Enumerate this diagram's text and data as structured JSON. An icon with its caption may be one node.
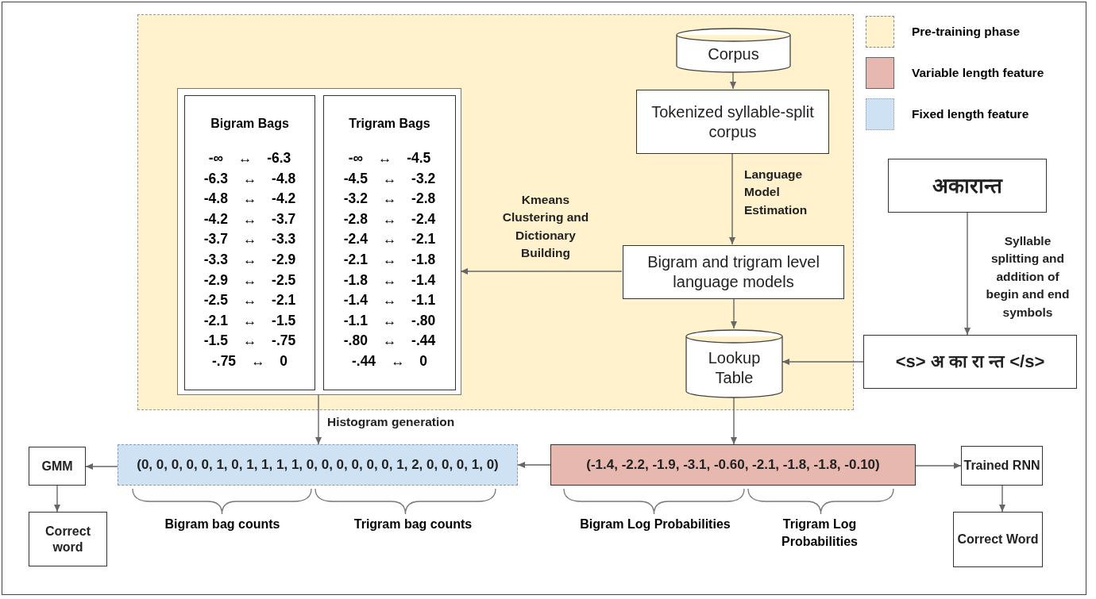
{
  "diagram": {
    "nodes": [
      {
        "text": [],
        "shape": "box"
      },
      {
        "text": [],
        "shape": "box",
        "in": 0
      },
      {
        "text": [
          "Bigram Bags",
          "-∞ ↔ -6.3",
          "-6.3 ↔ -4.8",
          "-4.8 ↔ -4.2",
          "-4.2 ↔ -3.7",
          "-3.7 ↔ -3.3",
          "-3.3 ↔ -2.9",
          "-2.9 ↔ -2.5",
          "-2.5 ↔ -2.1",
          "-2.1 ↔ -1.5",
          "-1.5 ↔ -.75",
          "-.75 ↔ 0"
        ],
        "in": 1
      },
      {
        "text": [
          "Trigram Bags",
          "-∞ ↔ -4.5",
          "-4.5 ↔ -3.2",
          "-3.2 ↔ -2.8",
          "-2.8 ↔ -2.4",
          "-2.4 ↔ -2.1",
          "-2.1 ↔ -1.8",
          "-1.8 ↔ -1.4",
          "-1.4 ↔ -1.1",
          "-1.1 ↔ -.80",
          "-.80 ↔ -.44",
          "-.44 ↔ 0"
        ],
        "in": 1
      },
      {
        "text": [
          "Corpus"
        ],
        "in": 0
      },
      {
        "text": [
          "Tokenized syllable-split corpus"
        ],
        "in": 0
      },
      {
        "text": [
          "Bigram and trigram level language models"
        ],
        "in": 0
      },
      {
        "text": [
          "Lookup Table"
        ],
        "in": 0
      },
      {
        "text": [
          "अकारान्त"
        ]
      },
      {
        "text": [
          "<s> अ का रा न्त </s>"
        ]
      },
      {
        "text": [
          "(0, 0, 0, 0, 0, 1, 0, 1, 1, 1, 1, 0, 0, 0, 0, 0, 0, 1, 2, 0, 0, 0, 1, 0)"
        ]
      },
      {
        "text": [
          "(-1.4, -2.2, -1.9, -3.1, -0.60, -2.1, -1.8, -1.8, -0.10)"
        ]
      },
      {
        "text": [
          "GMM"
        ]
      },
      {
        "text": [
          "Correct word"
        ]
      },
      {
        "text": [
          "Trained RNN"
        ]
      },
      {
        "text": [
          "Correct Word"
        ]
      }
    ],
    "edges": [
      {
        "from": 4,
        "to": 5,
        "arrow": "to"
      },
      {
        "from": 5,
        "to": 6,
        "arrow": "to",
        "label": "Language Model Estimation"
      },
      {
        "from": 6,
        "to": 1,
        "arrow": "to",
        "label": "Kmeans Clustering and Dictionary Building"
      },
      {
        "from": 6,
        "to": 7,
        "arrow": "to"
      },
      {
        "from": 8,
        "to": 9,
        "arrow": "to",
        "label": "Syllable splitting and addition of begin and end symbols"
      },
      {
        "from": 9,
        "to": 7,
        "arrow": "to"
      },
      {
        "from": 1,
        "to": 10,
        "arrow": "to",
        "label": "Histogram generation"
      },
      {
        "from": 7,
        "to": 11,
        "arrow": "to"
      },
      {
        "from": 11,
        "to": 10,
        "arrow": "to"
      },
      {
        "from": 10,
        "to": 12,
        "arrow": "to"
      },
      {
        "from": 12,
        "to": 13,
        "arrow": "to"
      },
      {
        "from": 11,
        "to": 14,
        "arrow": "to"
      },
      {
        "from": 14,
        "to": 15,
        "arrow": "to"
      }
    ],
    "labels": [
      "Bigram bag counts",
      "Trigram bag counts",
      "Bigram Log Probabilities",
      "Trigram Log Probabilities"
    ],
    "legend": [
      {
        "text": "Pre-training phase",
        "color": "#fff2cc"
      },
      {
        "text": "Variable length feature",
        "color": "#e6b8af"
      },
      {
        "text": "Fixed length feature",
        "color": "#cfe2f3"
      }
    ]
  }
}
